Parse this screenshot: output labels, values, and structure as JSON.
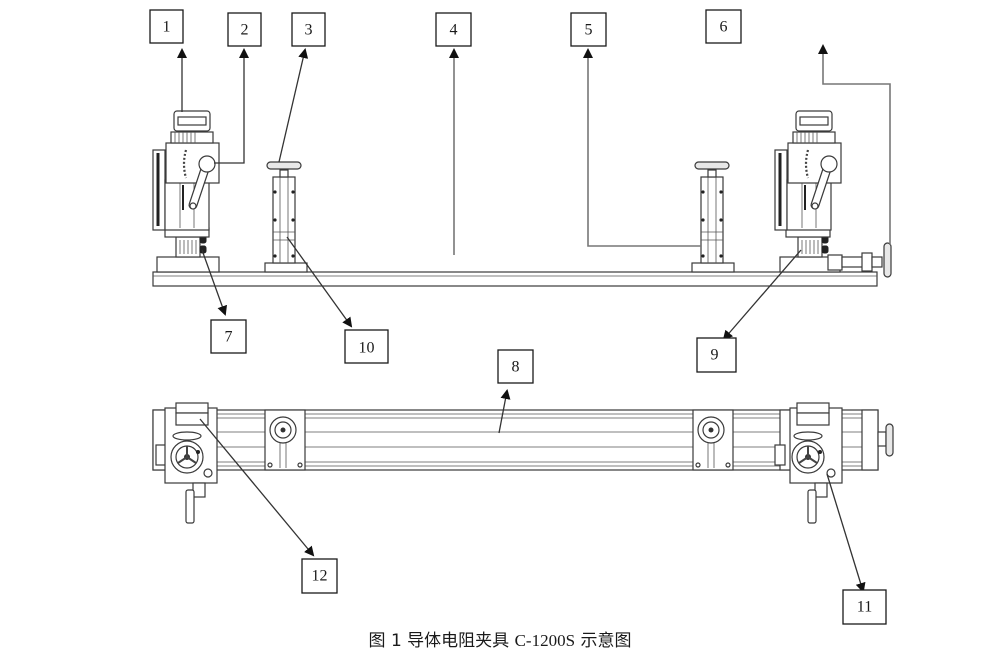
{
  "figure": {
    "caption_prefix": "图 1 导体电阻夹具",
    "caption_model": "C-1200S",
    "caption_suffix": "示意图"
  },
  "callouts": [
    {
      "id": "1",
      "label": "1"
    },
    {
      "id": "2",
      "label": "2"
    },
    {
      "id": "3",
      "label": "3"
    },
    {
      "id": "4",
      "label": "4"
    },
    {
      "id": "5",
      "label": "5"
    },
    {
      "id": "6",
      "label": "6"
    },
    {
      "id": "7",
      "label": "7"
    },
    {
      "id": "8",
      "label": "8"
    },
    {
      "id": "9",
      "label": "9"
    },
    {
      "id": "10",
      "label": "10"
    },
    {
      "id": "11",
      "label": "11"
    },
    {
      "id": "12",
      "label": "12"
    }
  ],
  "views": {
    "side": "side-view",
    "top": "top-view"
  }
}
